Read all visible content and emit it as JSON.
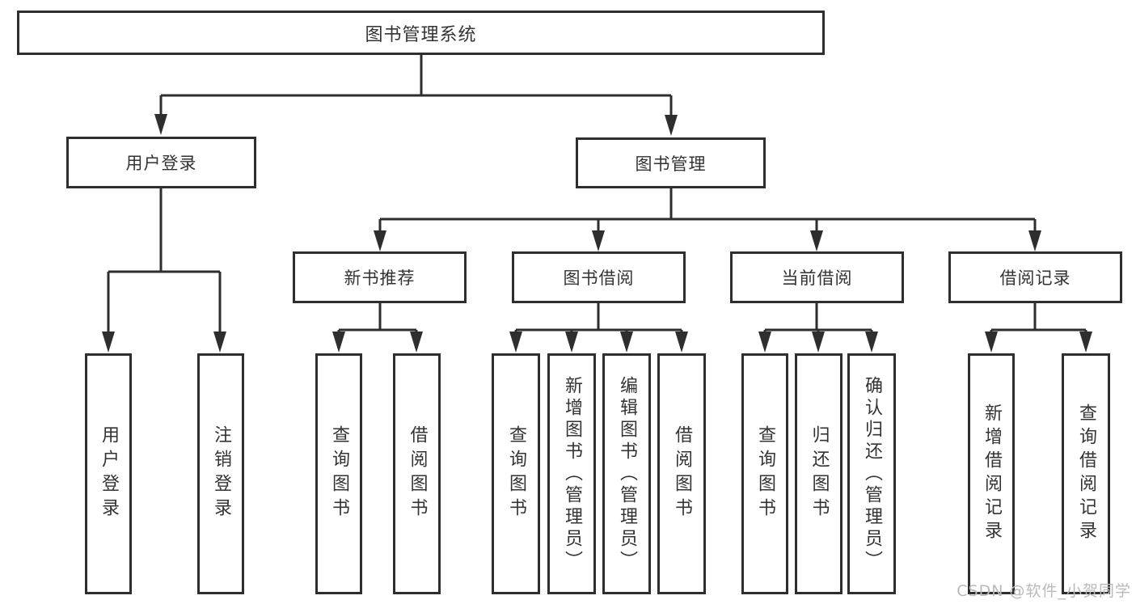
{
  "diagram": {
    "type": "hierarchy-tree",
    "watermark": "CSDN @软件_小贺同学",
    "colors": {
      "line": "#2e2e2e",
      "box_border": "#2e2e2e",
      "box_background": "#ffffff",
      "text": "#333333",
      "watermark_text": "#b9b9b9",
      "page_background": "#ffffff"
    },
    "nodes": {
      "root": "图书管理系统",
      "user_login": "用户登录",
      "book_mgmt": "图书管理",
      "new_book_rec": "新书推荐",
      "book_borrow": "图书借阅",
      "current_borrow": "当前借阅",
      "borrow_records": "借阅记录",
      "leaf_user_login": "用户登录",
      "leaf_logout": "注销登录",
      "rec_query_book": "查询图书",
      "rec_borrow_book": "借阅图书",
      "bb_query_book": "查询图书",
      "bb_add_book": "新增图书（管理员）",
      "bb_edit_book": "编辑图书（管理员）",
      "bb_borrow_book": "借阅图书",
      "cb_query_book": "查询图书",
      "cb_return_book": "归还图书",
      "cb_confirm_return": "确认归还（管理员）",
      "br_add_record": "新增借阅记录",
      "br_query_record": "查询借阅记录"
    },
    "edges": [
      "root->user_login",
      "root->book_mgmt",
      "user_login->leaf_user_login",
      "user_login->leaf_logout",
      "book_mgmt->new_book_rec",
      "book_mgmt->book_borrow",
      "book_mgmt->current_borrow",
      "book_mgmt->borrow_records",
      "new_book_rec->rec_query_book",
      "new_book_rec->rec_borrow_book",
      "book_borrow->bb_query_book",
      "book_borrow->bb_add_book",
      "book_borrow->bb_edit_book",
      "book_borrow->bb_borrow_book",
      "current_borrow->cb_query_book",
      "current_borrow->cb_return_book",
      "current_borrow->cb_confirm_return",
      "borrow_records->br_add_record",
      "borrow_records->br_query_record"
    ]
  }
}
